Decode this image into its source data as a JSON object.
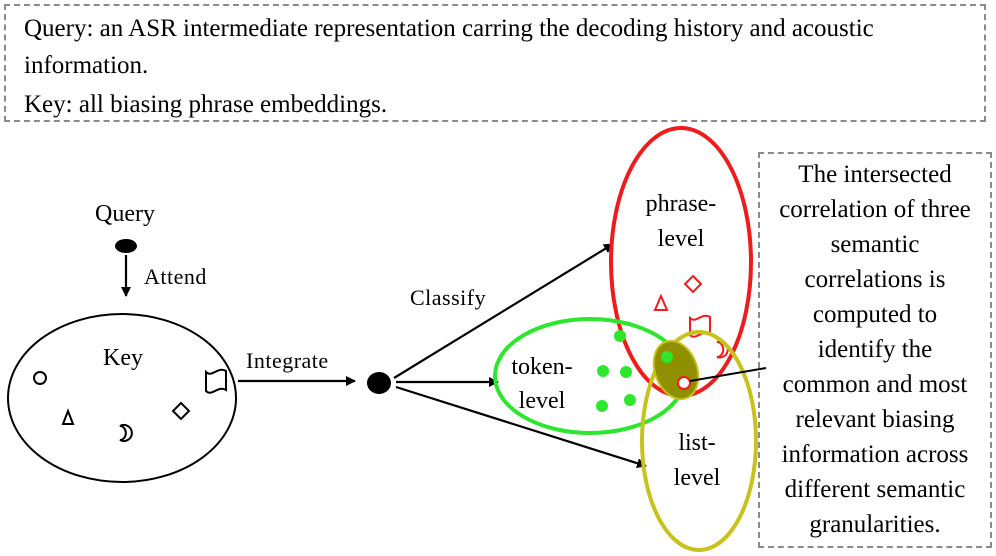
{
  "top_note": {
    "line1": "Query: an ASR intermediate representation carring  the decoding history and acoustic",
    "line2": "information.",
    "line3": "Key: all biasing phrase embeddings."
  },
  "labels": {
    "query": "Query",
    "attend": "Attend",
    "key": "Key",
    "integrate": "Integrate",
    "classify": "Classify",
    "phrase_level": [
      "phrase-",
      "level"
    ],
    "token_level": [
      "token-",
      "level"
    ],
    "list_level": [
      "list-",
      "level"
    ]
  },
  "explanation": [
    "The intersected",
    "correlation of three",
    "semantic",
    "correlations is",
    "computed to",
    "identify the",
    "common and most",
    "relevant  biasing",
    "information across",
    "different semantic",
    "granularities."
  ],
  "colors": {
    "phrase_level": "#ee1c1c",
    "token_level": "#2ee62e",
    "list_level": "#c8c21e",
    "intersection_fill": "#8f8f00",
    "box_border": "#8a8a8a"
  }
}
